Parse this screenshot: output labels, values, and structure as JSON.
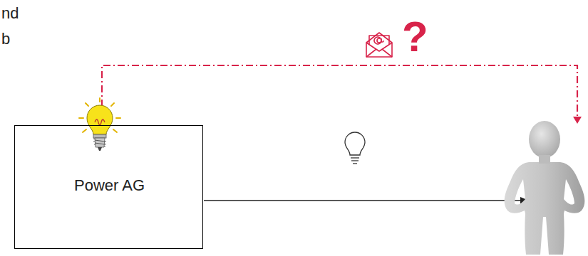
{
  "diagram": {
    "nodes": [
      {
        "text": [
          "Power AG"
        ]
      }
    ],
    "labels": [
      "nd",
      "b",
      "?"
    ]
  }
}
